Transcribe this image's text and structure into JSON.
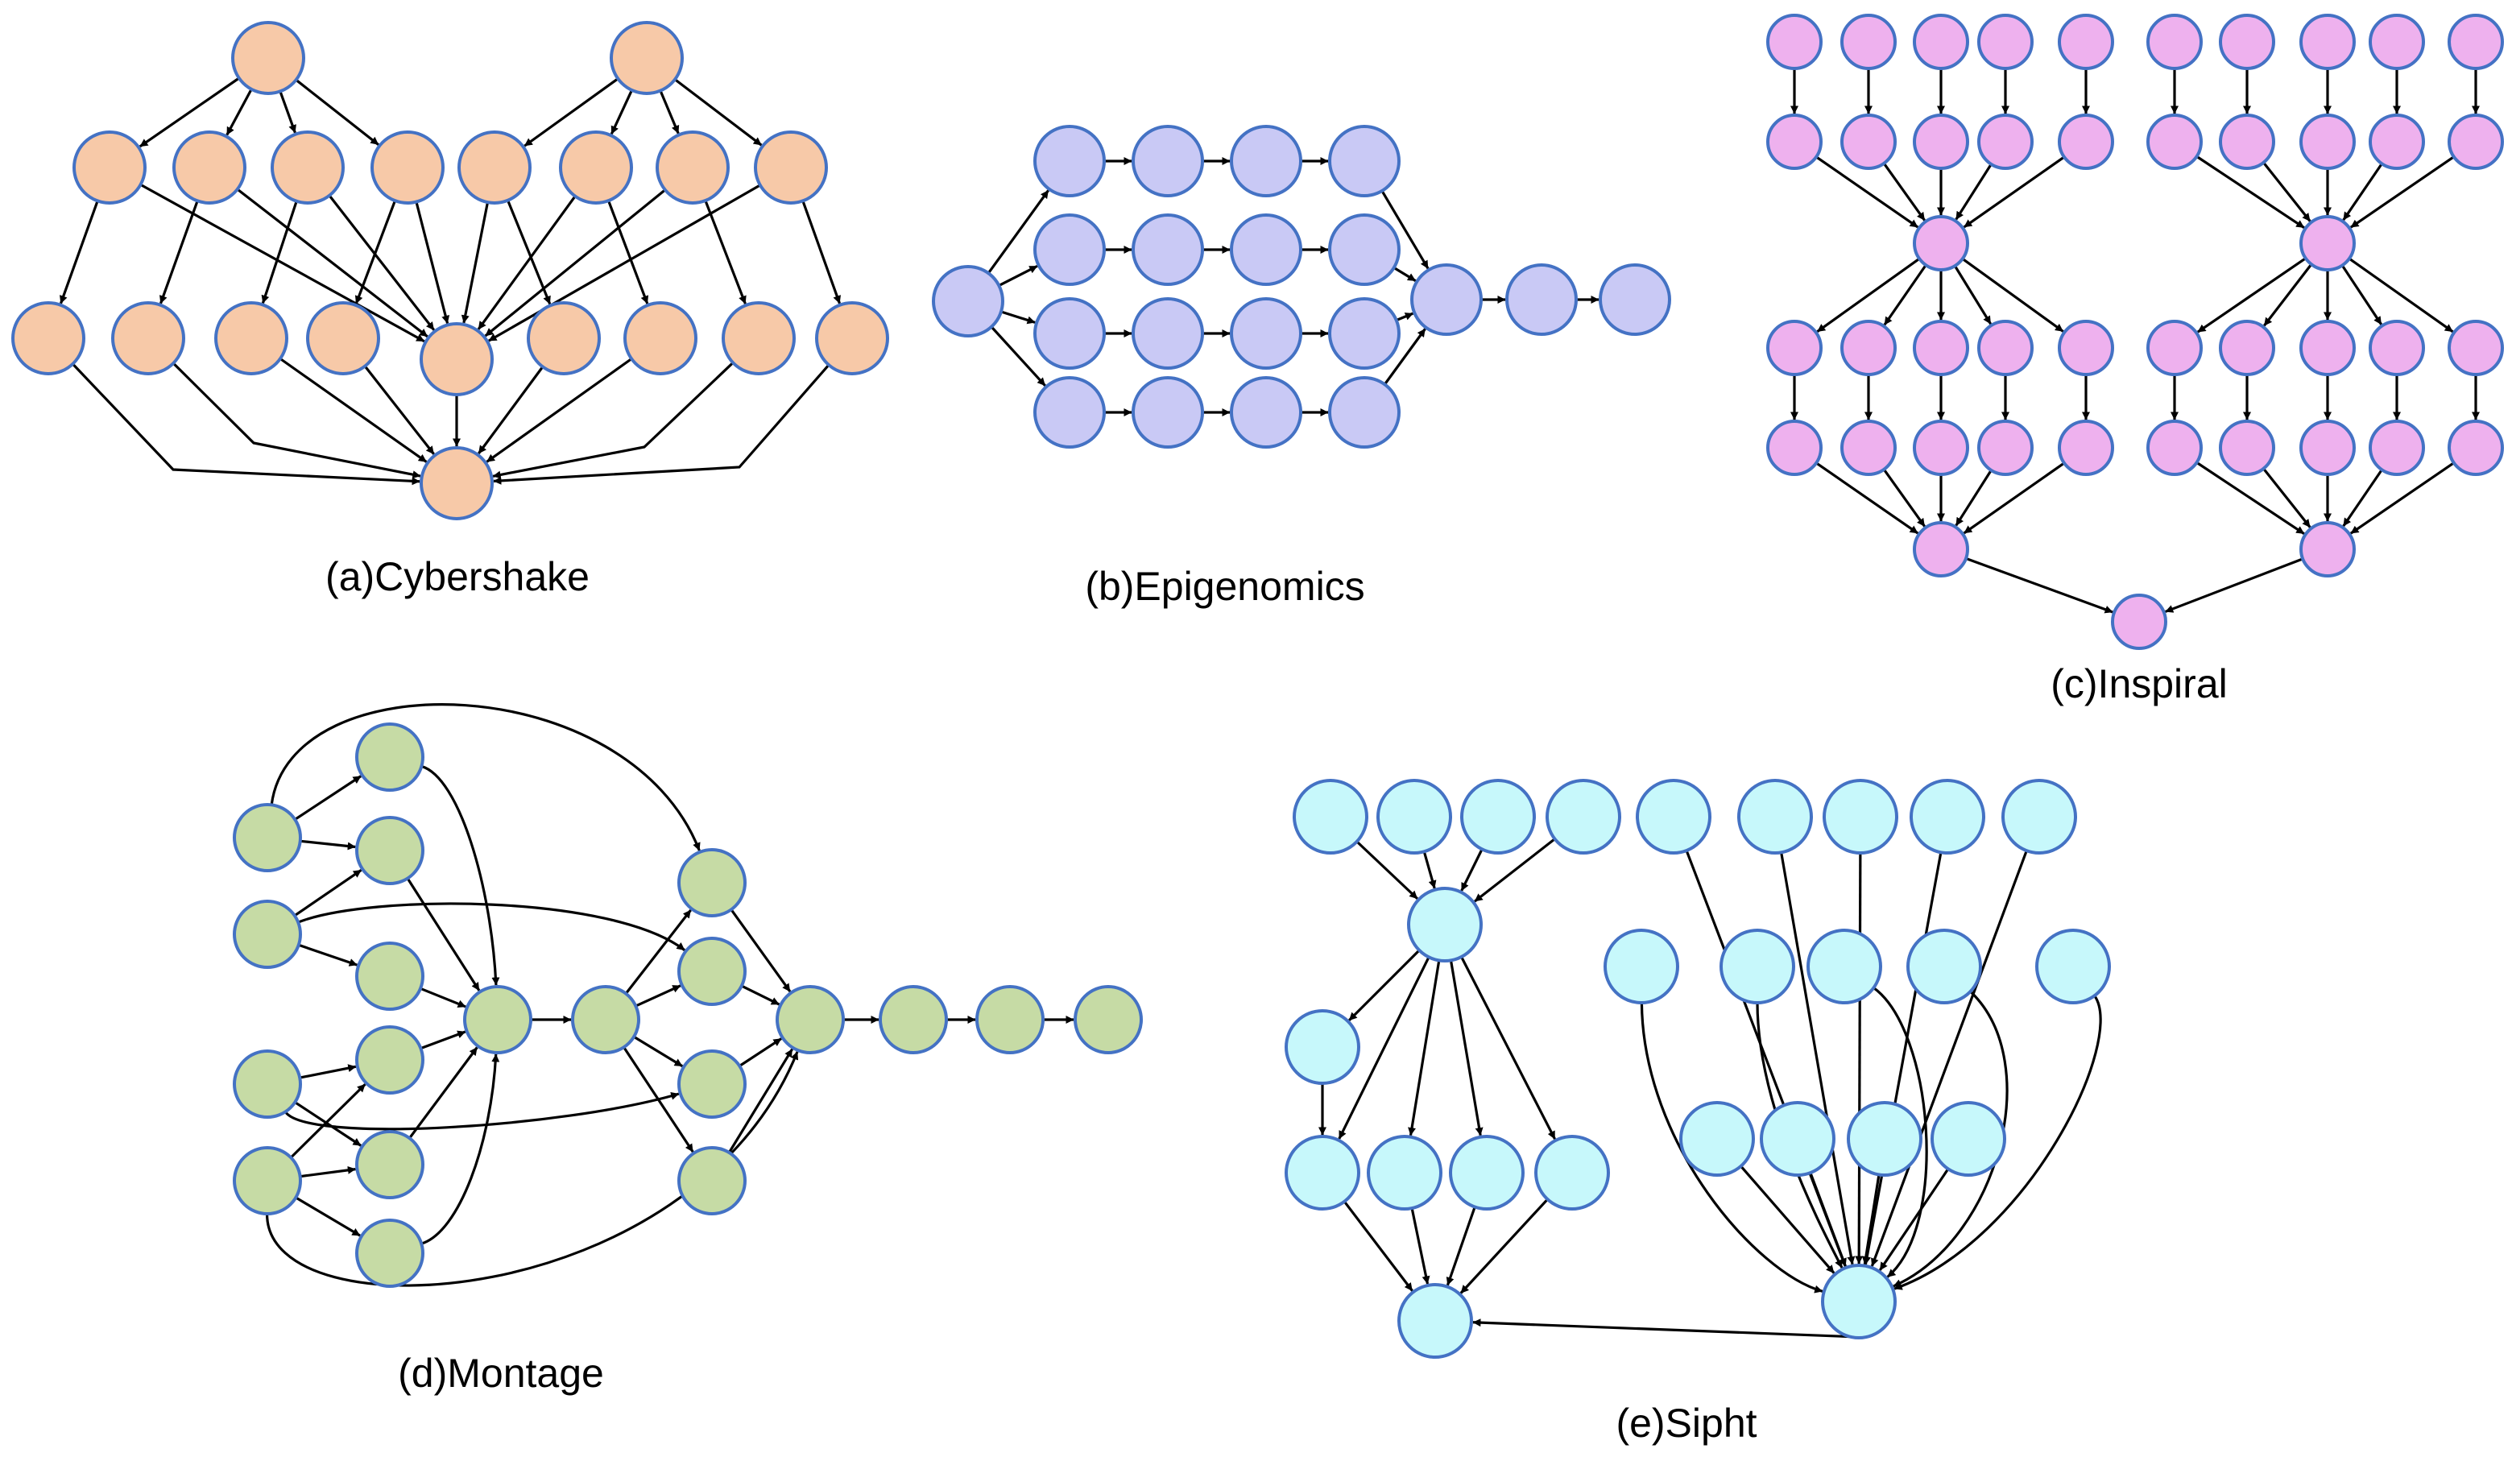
{
  "colors": {
    "cybershake": "#f7c9a8",
    "epigenomics": "#c9c9f5",
    "inspiral": "#eeb1ee",
    "montage": "#c6dba5",
    "sipht": "#c7f8fb",
    "node_stroke": "#4472c4",
    "edge": "#000000"
  },
  "captions": {
    "cybershake": "(a)Cybershake",
    "epigenomics": "(b)Epigenomics",
    "inspiral": "(c)Inspiral",
    "montage": "(d)Montage",
    "sipht": "(e)Sipht"
  }
}
